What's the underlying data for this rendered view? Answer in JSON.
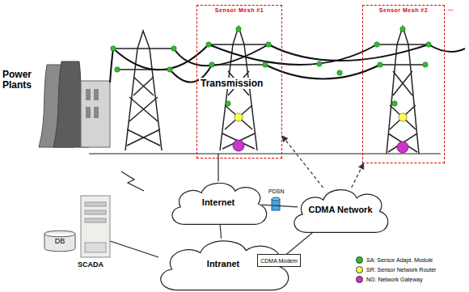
{
  "diagram": {
    "nodes": [
      {
        "text": [
          "Sensor Mesh #1"
        ]
      },
      {
        "text": [
          "Sensor Mesh #2"
        ]
      },
      {
        "text": [
          "Internet"
        ]
      },
      {
        "text": [
          "CDMA Network"
        ]
      },
      {
        "text": [
          "Intranet"
        ]
      },
      {
        "text": [
          "CDMA Modem"
        ]
      },
      {
        "text": [
          "DB"
        ]
      }
    ],
    "edges": [
      {
        "from": 2,
        "to": 4,
        "arrow": "none"
      },
      {
        "from": 2,
        "to": 3,
        "arrow": "none"
      },
      {
        "from": 5,
        "to": 3,
        "arrow": "none"
      },
      {
        "from": 3,
        "to": 0,
        "arrow": "to"
      },
      {
        "from": 3,
        "to": 1,
        "arrow": "to"
      }
    ],
    "labels": [
      "Power Plants",
      "Transmission",
      "...",
      "PDSN",
      "SCADA"
    ],
    "legend": [
      {
        "text": "SA: Sensor Adapt. Module",
        "color": "#33bb33"
      },
      {
        "text": "SR: Sensor Network Router",
        "color": "#ffff55"
      },
      {
        "text": "NG: Network Gateway",
        "color": "#cc33cc"
      }
    ]
  }
}
